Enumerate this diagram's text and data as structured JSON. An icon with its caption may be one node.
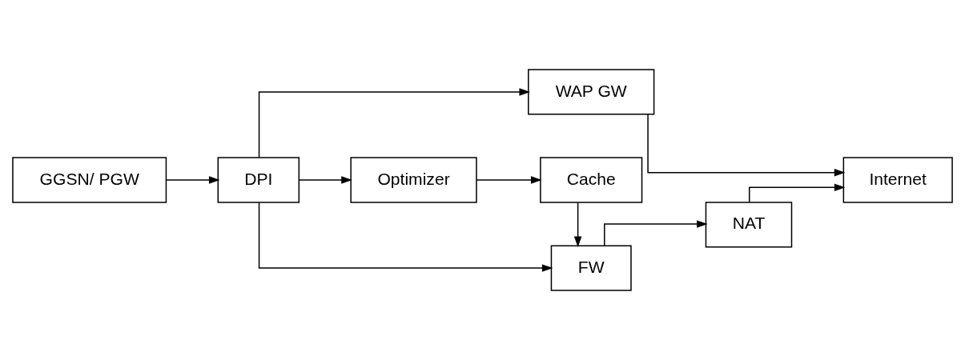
{
  "diagram": {
    "nodes": [
      {
        "text": [
          "GGSN/ PGW"
        ]
      },
      {
        "text": [
          "DPI"
        ]
      },
      {
        "text": [
          "WAP GW"
        ]
      },
      {
        "text": [
          "Optimizer"
        ]
      },
      {
        "text": [
          "Cache"
        ]
      },
      {
        "text": [
          "FW"
        ]
      },
      {
        "text": [
          "NAT"
        ]
      },
      {
        "text": [
          "Internet"
        ]
      }
    ],
    "edges": [
      {
        "from": 0,
        "to": 1,
        "arrow": "to"
      },
      {
        "from": 1,
        "to": 2,
        "arrow": "to"
      },
      {
        "from": 1,
        "to": 3,
        "arrow": "to"
      },
      {
        "from": 1,
        "to": 5,
        "arrow": "to"
      },
      {
        "from": 3,
        "to": 4,
        "arrow": "to"
      },
      {
        "from": 4,
        "to": 5,
        "arrow": "to"
      },
      {
        "from": 5,
        "to": 6,
        "arrow": "to"
      },
      {
        "from": 2,
        "to": 7,
        "arrow": "to"
      },
      {
        "from": 6,
        "to": 7,
        "arrow": "to"
      }
    ]
  }
}
